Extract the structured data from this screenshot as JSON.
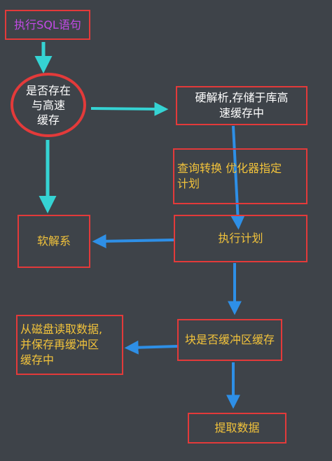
{
  "nodes": {
    "execute_sql": "执行SQL语句",
    "exists_in_cache": "是否存在\n与高速\n缓存",
    "hard_parse": "硬解析,存储于库高\n速缓存中",
    "query_transform": "查询转换 优化器指定\n计划",
    "soft_parse": "软解系",
    "execution_plan": "执行计划",
    "block_in_buffer": "块是否缓冲区缓存",
    "read_from_disk": "从磁盘读取数据,\n并保存再缓冲区\n缓存中",
    "fetch_data": "提取数据"
  },
  "colors": {
    "background": "#3e4349",
    "node_border": "#e33a3a",
    "node_text": "#f2c33b",
    "title_text": "#c24ae6",
    "arrow_cyan": "#35d3d3",
    "arrow_blue": "#2e8fe6"
  }
}
